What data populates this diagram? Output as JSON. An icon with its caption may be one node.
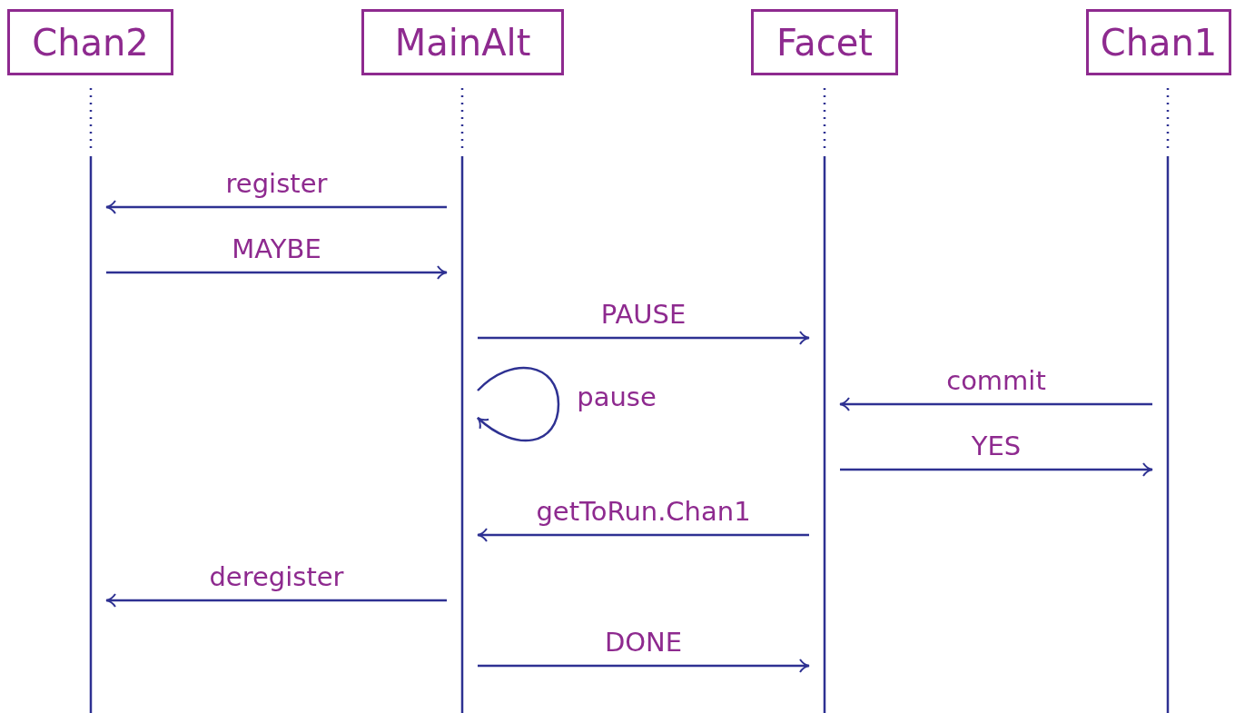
{
  "diagram": {
    "nodes": [
      {
        "text": [
          "Chan2"
        ]
      },
      {
        "text": [
          "MainAlt"
        ]
      },
      {
        "text": [
          "Facet"
        ]
      },
      {
        "text": [
          "Chan1"
        ]
      }
    ],
    "edges": [
      {
        "from": 1,
        "to": 0,
        "arrow": "to",
        "label": "register"
      },
      {
        "from": 0,
        "to": 1,
        "arrow": "to",
        "label": "MAYBE"
      },
      {
        "from": 1,
        "to": 2,
        "arrow": "to",
        "label": "PAUSE"
      },
      {
        "from": 1,
        "to": 1,
        "arrow": "to",
        "label": "pause"
      },
      {
        "from": 3,
        "to": 2,
        "arrow": "to",
        "label": "commit"
      },
      {
        "from": 2,
        "to": 3,
        "arrow": "to",
        "label": "YES"
      },
      {
        "from": 2,
        "to": 1,
        "arrow": "to",
        "label": "getToRun.Chan1"
      },
      {
        "from": 1,
        "to": 0,
        "arrow": "to",
        "label": "deregister"
      },
      {
        "from": 1,
        "to": 2,
        "arrow": "to",
        "label": "DONE"
      }
    ]
  }
}
